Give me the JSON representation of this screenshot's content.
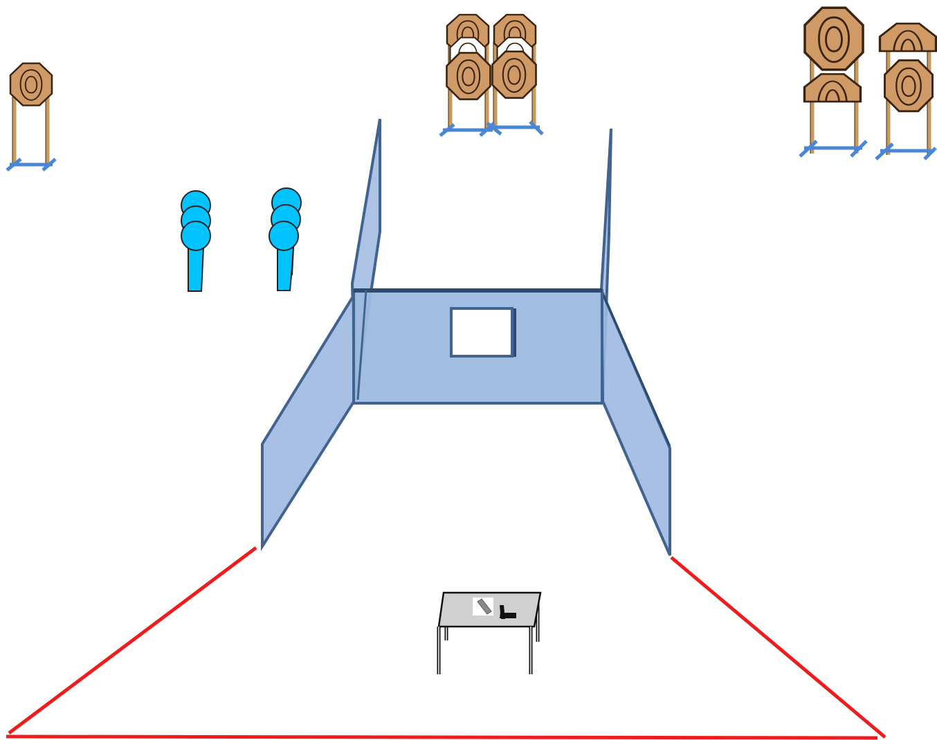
{
  "scene": {
    "colors": {
      "target_fill": "#CF9A66",
      "target_stroke": "#3A2410",
      "popper_fill": "#00C3FF",
      "wall_fill": "#9DB9E0",
      "wall_stroke": "#41638F",
      "stand_leg": "#C89A5E",
      "stand_base": "#4A86D6",
      "fault_line": "#EE1C1C",
      "table_top": "#D0D0D0"
    },
    "elements": {
      "steel_targets": 1,
      "paper_targets": 9,
      "poppers": 2,
      "table": 1,
      "walls": 3,
      "window": 1
    },
    "icons": [
      "pistol-icon",
      "magazine-icon"
    ]
  }
}
